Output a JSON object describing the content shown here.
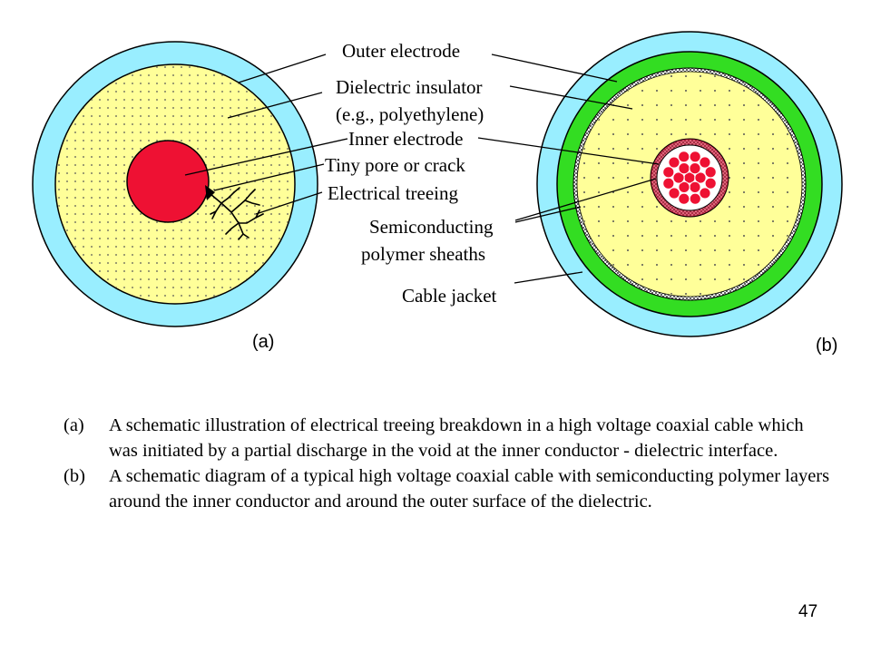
{
  "labels": {
    "outer_electrode": "Outer electrode",
    "dielectric_insulator": "Dielectric insulator",
    "dielectric_example": "(e.g., polyethylene)",
    "inner_electrode": "Inner electrode",
    "pore_or_crack": "Tiny pore or crack",
    "electrical_treeing": "Electrical treeing",
    "semiconducting": "Semiconducting",
    "polymer_sheaths": "polymer sheaths",
    "cable_jacket": "Cable jacket"
  },
  "panels": {
    "a": "(a)",
    "b": "(b)"
  },
  "captions": [
    {
      "key": "(a)",
      "text": "A schematic illustration of electrical treeing breakdown in a high voltage coaxial cable which was initiated by a partial discharge in the void at the inner conductor - dielectric interface."
    },
    {
      "key": "(b)",
      "text": "A schematic diagram of a typical  high voltage coaxial cable with semiconducting polymer layers around the inner conductor and around the outer surface of the dielectric."
    }
  ],
  "page_number": "47",
  "colors": {
    "outer_electrode": "#99EEFF",
    "dielectric": "#FFFF99",
    "conductor": "#EE1133",
    "jacket": "#99EEFF",
    "sheath": "#33DD22"
  }
}
